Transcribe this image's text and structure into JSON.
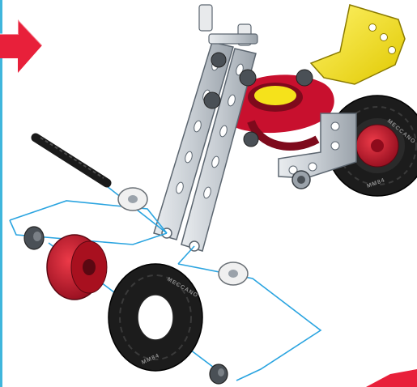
{
  "figure": {
    "kind": "exploded assembly instruction illustration",
    "tire_brand_text": "MECCANO",
    "tire_model_text": "MM84"
  },
  "colors": {
    "background": "#ffffff",
    "left_border": "#3fb6dc",
    "guide_line": "#2aa4e0",
    "arrow_red": "#e8203a",
    "strip_metal": "#c9ced3",
    "strip_edge": "#5c6670",
    "frame_red": "#c8102e",
    "frame_red_dark": "#7e0a1c",
    "seat_yellow": "#f5e21b",
    "seat_yellow_dark": "#b8a300",
    "tire_black": "#1c1c1c",
    "hub_red": "#c8182a",
    "nut_gray": "#4a5056",
    "washer_white": "#f0f0f0",
    "axle_black": "#1a1a1a"
  },
  "icons": [
    "right-arrow-icon",
    "next-step-arrow-icon"
  ]
}
